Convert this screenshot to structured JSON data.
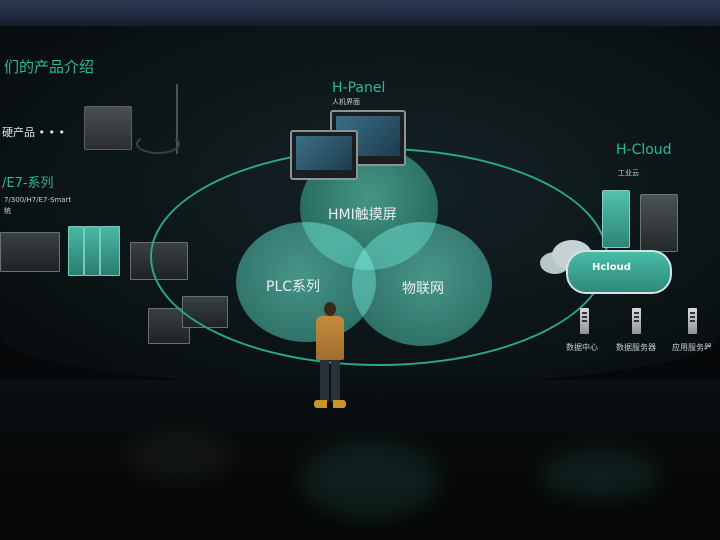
{
  "slide": {
    "left_title": "们的产品介绍",
    "left_item_1": "硬产品 • • •",
    "series_title": "/E7-系列",
    "series_sub_1": "7/300/H7/E7-Smart",
    "series_sub_2": "统"
  },
  "hpanel": {
    "title": "H-Panel",
    "subtitle": "人机界面"
  },
  "hcloud": {
    "title": "H-Cloud",
    "subtitle": "工业云",
    "cloud_label": "Hcloud",
    "servers": [
      {
        "label": "数据中心"
      },
      {
        "label": "数据服务器"
      },
      {
        "label": "应用服务器"
      }
    ]
  },
  "venn": {
    "top_label": "HMI触摸屏",
    "left_label": "PLC系列",
    "right_label": "物联网"
  },
  "colors": {
    "accent": "#2fb79a",
    "ring": "#2aa78c",
    "venn_fill": "#2f8a78"
  }
}
